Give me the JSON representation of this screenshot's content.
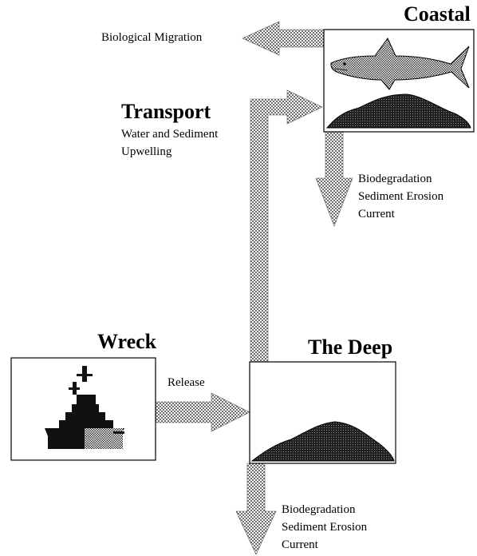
{
  "nodes": {
    "coastal": {
      "title": "Coastal"
    },
    "wreck": {
      "title": "Wreck"
    },
    "deep": {
      "title": "The Deep"
    }
  },
  "transport": {
    "title": "Transport",
    "line1": "Water and Sediment",
    "line2": "Upwelling"
  },
  "flows": {
    "migration": "Biological Migration",
    "release": "Release",
    "coastal_losses": [
      "Biodegradation",
      "Sediment Erosion",
      "Current"
    ],
    "deep_losses": [
      "Biodegradation",
      "Sediment Erosion",
      "Current"
    ]
  },
  "icons": {
    "coastal_box": [
      "shark-icon",
      "sediment-pile-icon"
    ],
    "wreck_box": [
      "warship-icon"
    ],
    "deep_box": [
      "sediment-pile-icon"
    ]
  },
  "colors": {
    "arrow_pattern": "#8c8c8c",
    "outline": "#000000"
  }
}
